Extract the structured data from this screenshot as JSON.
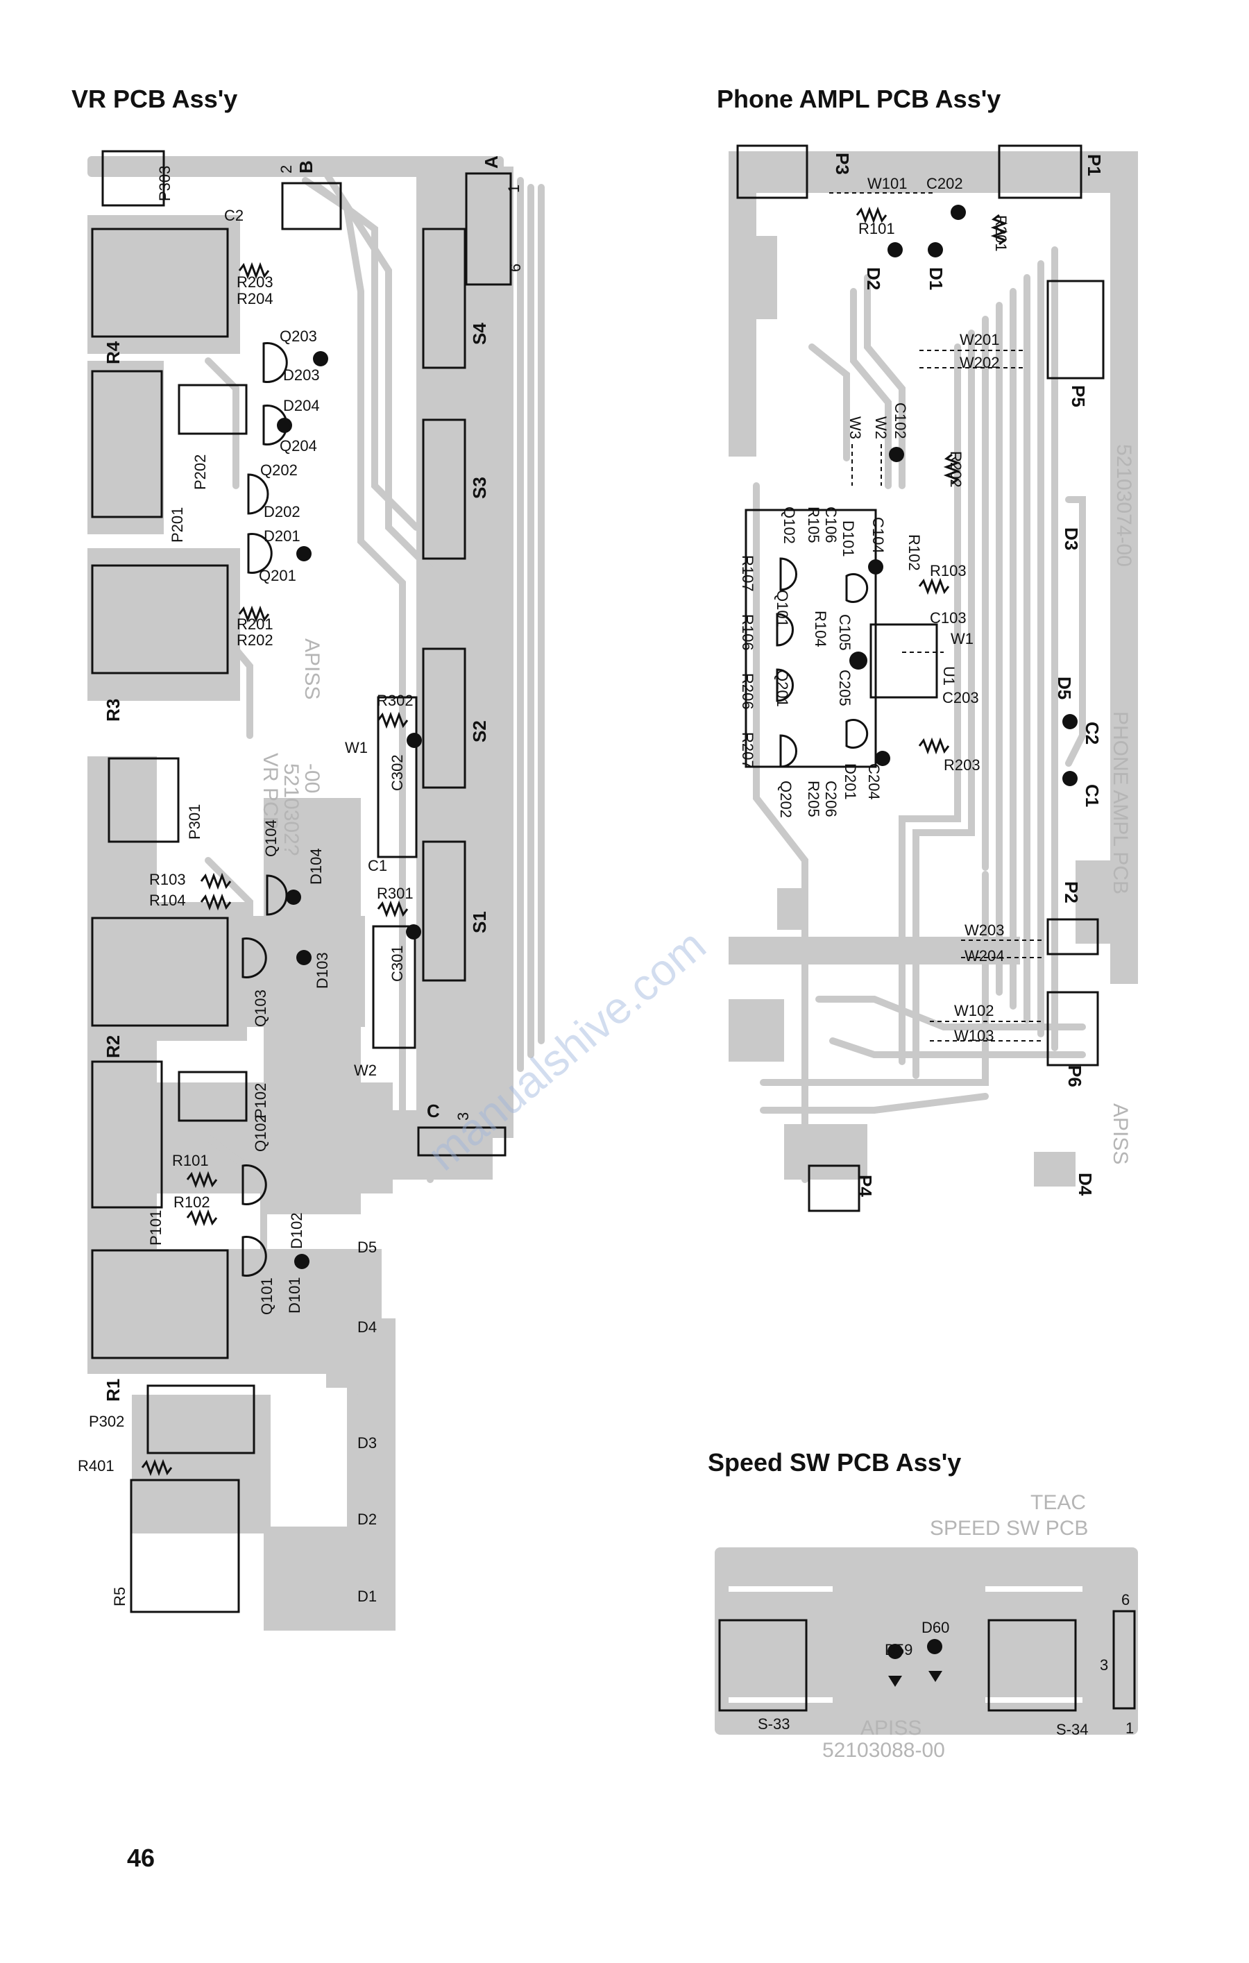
{
  "titles": {
    "vr": "VR PCB Ass'y",
    "phone": "Phone AMPL PCB Ass'y",
    "speed": "Speed SW PCB Ass'y"
  },
  "page_number": "46",
  "watermark": "manualshive.com",
  "vr_board": {
    "silk": [
      "VR PCB",
      "5210302?",
      "-00",
      "APISS"
    ],
    "labels": [
      "P303",
      "B",
      "2",
      "A",
      "1",
      "6",
      "C2",
      "R203",
      "R204",
      "R4",
      "Q203",
      "D203",
      "D204",
      "Q204",
      "P202",
      "Q202",
      "D202",
      "P201",
      "D201",
      "Q201",
      "S4",
      "S3",
      "R201",
      "R202",
      "R3",
      "S2",
      "R302",
      "W1",
      "C302",
      "P301",
      "Q104",
      "D104",
      "C1",
      "R103",
      "R104",
      "R301",
      "S1",
      "C301",
      "Q103",
      "D103",
      "R2",
      "P102",
      "W2",
      "C",
      "3",
      "Q102",
      "R101",
      "R102",
      "D102",
      "P101",
      "D5",
      "Q101",
      "D101",
      "D4",
      "R1",
      "P302",
      "R401",
      "D3",
      "D2",
      "R5",
      "D1"
    ]
  },
  "phone_board": {
    "silk": [
      "52103074-00",
      "PHONE AMPL PCB",
      "APISS"
    ],
    "labels": [
      "P3",
      "P1",
      "W101",
      "C202",
      "R101",
      "R201",
      "D2",
      "D1",
      "W201",
      "W202",
      "P5",
      "W3",
      "W2",
      "C102",
      "R202",
      "D3",
      "Q102",
      "R105",
      "C106",
      "D101",
      "C104",
      "R102",
      "R103",
      "C103",
      "R107",
      "Q101",
      "R104",
      "C105",
      "W1",
      "R106",
      "U1",
      "R206",
      "Q201",
      "C205",
      "C203",
      "D5",
      "C2",
      "R207",
      "D201",
      "C204",
      "R203",
      "C1",
      "Q202",
      "R205",
      "C206",
      "P2",
      "W203",
      "W204",
      "W102",
      "W103",
      "P6",
      "P4",
      "D4"
    ]
  },
  "speed_board": {
    "silk": [
      "TEAC",
      "SPEED SW PCB",
      "52103088-00",
      "APISS"
    ],
    "labels": [
      "D60",
      "D59",
      "6",
      "3",
      "1",
      "S-33",
      "S-34"
    ]
  }
}
